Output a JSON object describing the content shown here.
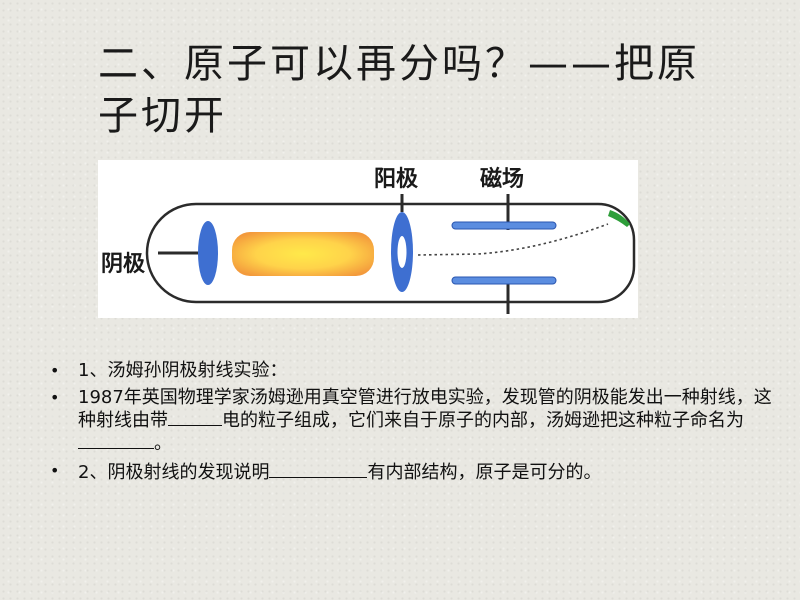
{
  "title": "二、原子可以再分吗？——把原子切开",
  "diagram": {
    "label_cathode": "阴极",
    "label_anode": "阳极",
    "label_field": "磁场",
    "colors": {
      "tube_outline": "#2b2b2b",
      "electrode": "#3e6fd1",
      "beam_center": "#ffe94a",
      "beam_edge": "#f39a3c",
      "magnet": "#5b8de0",
      "screen_glow": "#2e9e3a"
    }
  },
  "bullets": {
    "b1": "1、汤姆孙阴极射线实验：",
    "b2_part1": "1987年英国物理学家汤姆逊用真空管进行放电实验，发现管的阴极能发出一种射线，这种射线由带",
    "b2_part2": "电的粒子组成，它们来自于原子的内部，汤姆逊把这种粒子命名为",
    "b2_part3": "。",
    "b3_part1": "2、阴极射线的发现说明",
    "b3_part2": "有内部结构，原子是可分的。"
  }
}
